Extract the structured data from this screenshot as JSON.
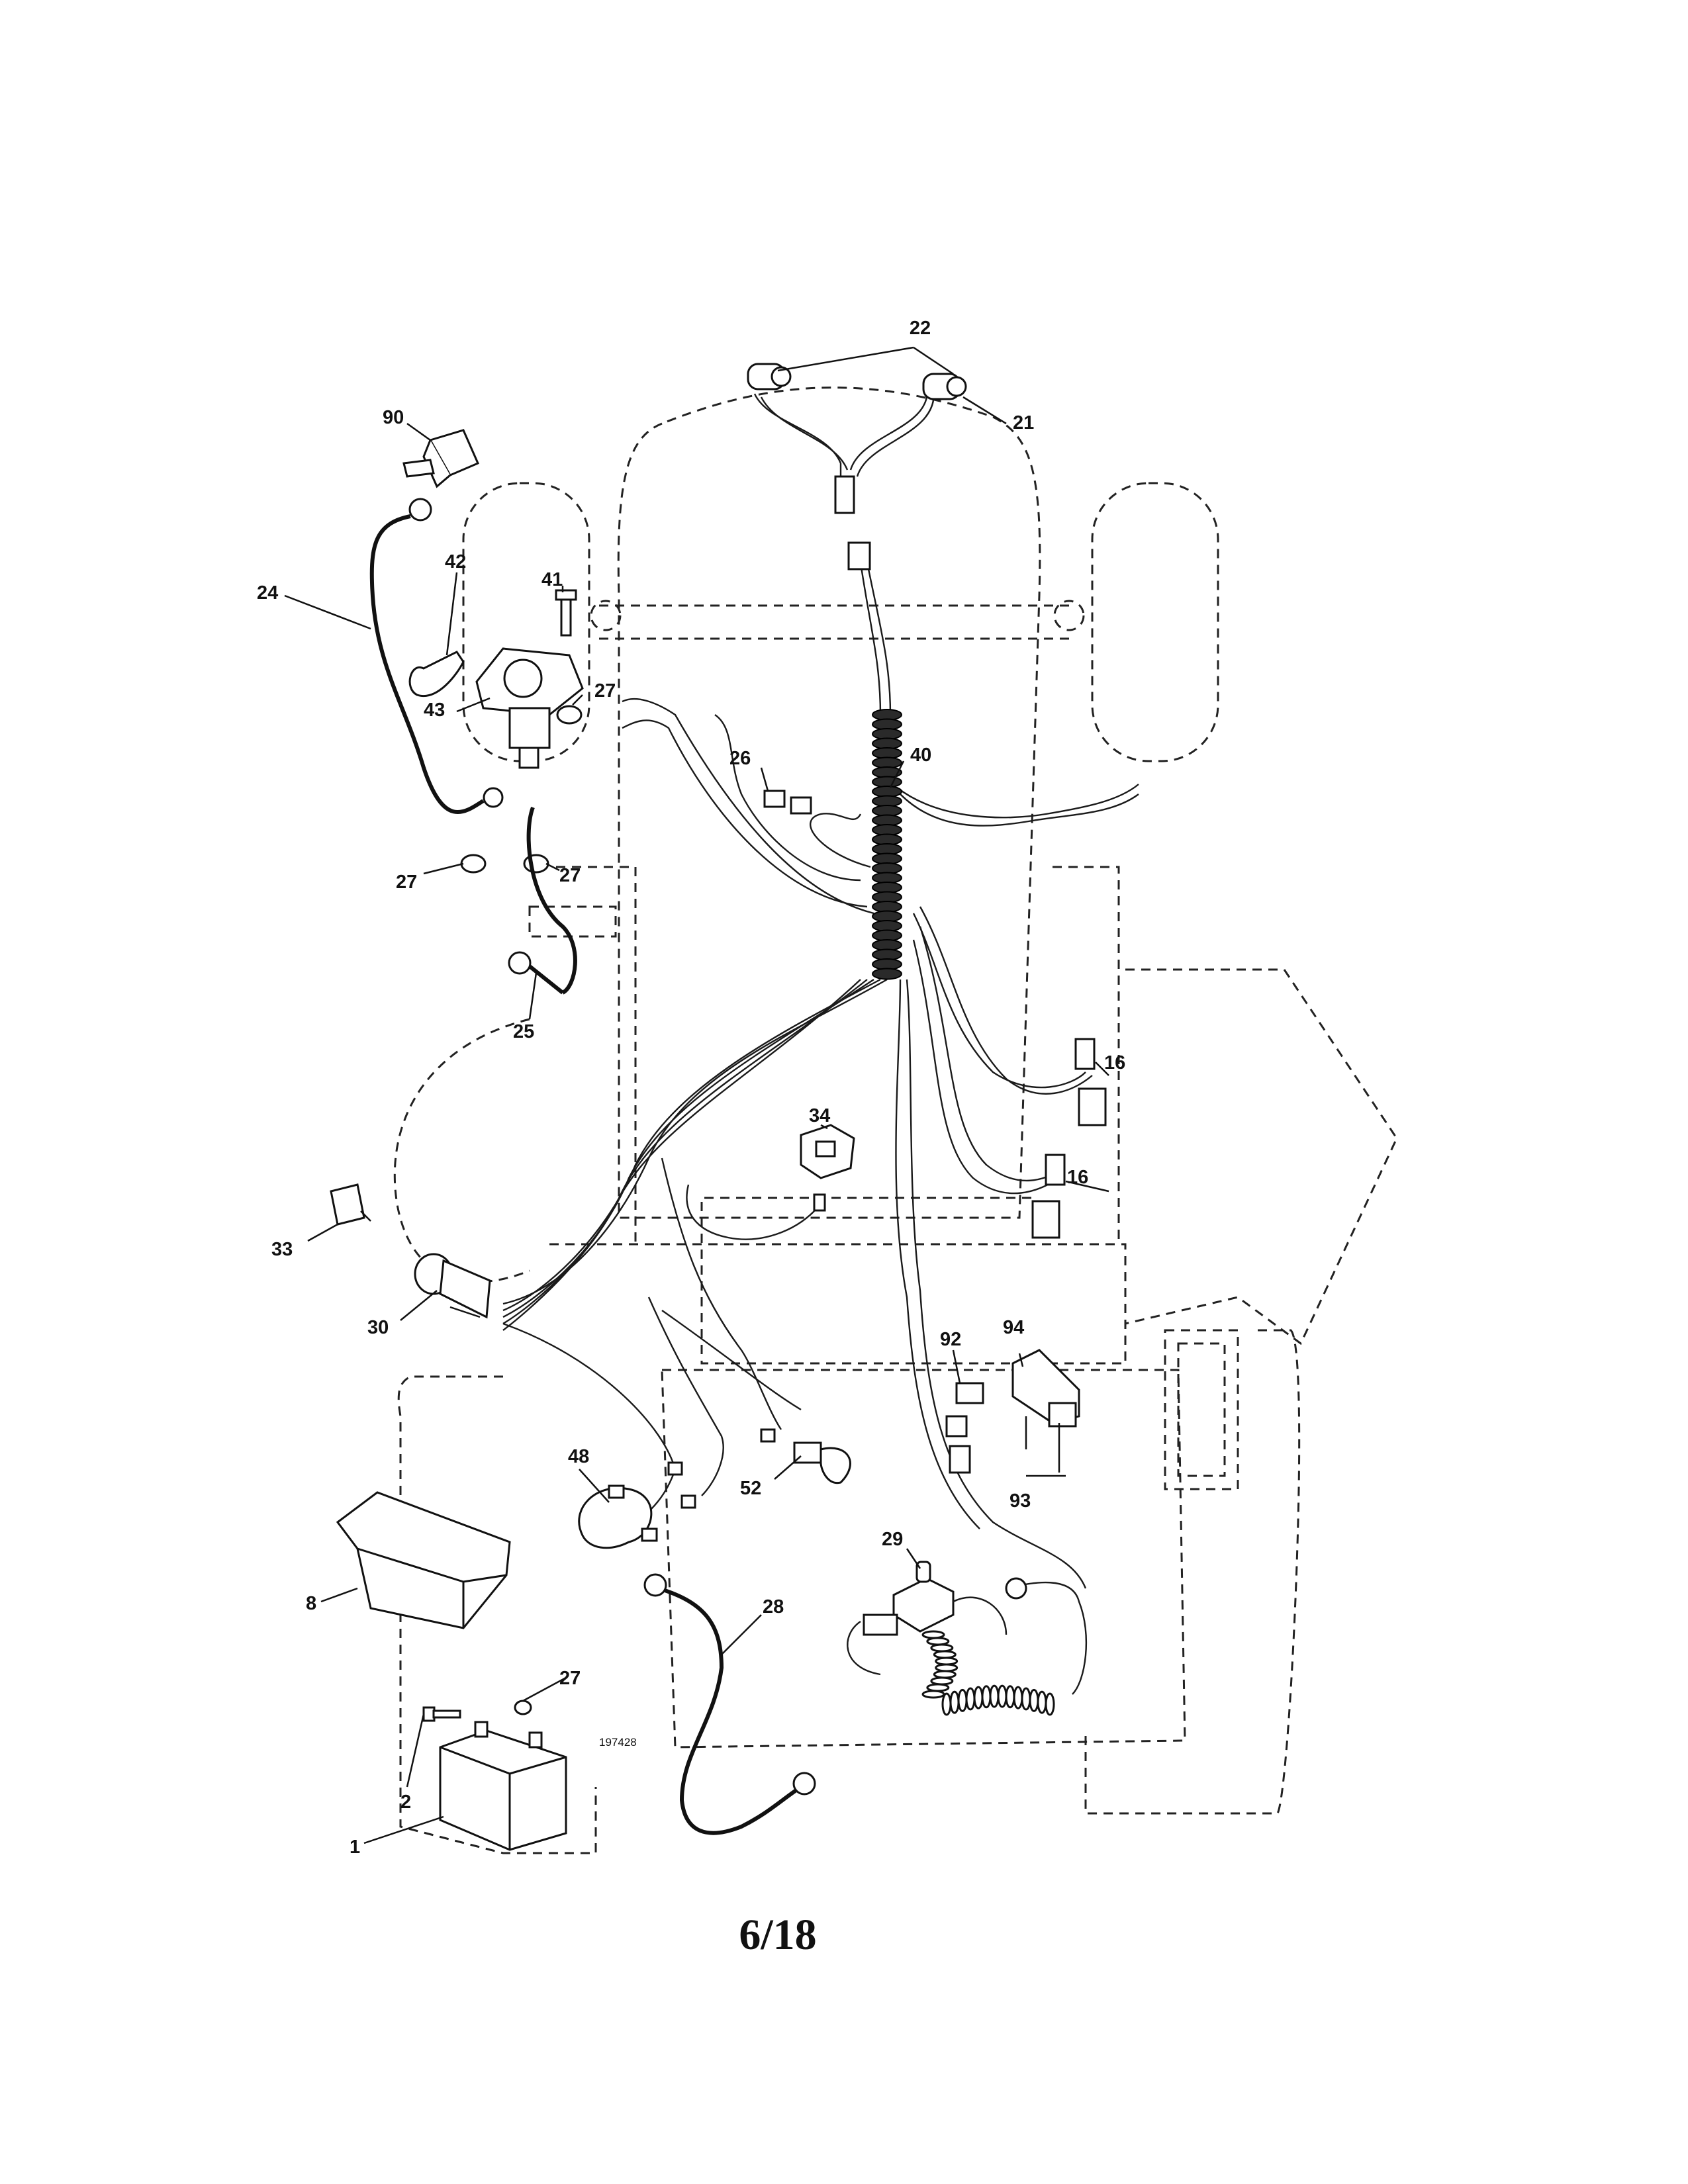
{
  "diagram": {
    "drawing_number": "197428",
    "page_number": "6/18",
    "callouts": [
      "22",
      "21",
      "90",
      "24",
      "42",
      "41",
      "43",
      "27",
      "27",
      "27",
      "26",
      "40",
      "25",
      "16",
      "16",
      "34",
      "33",
      "30",
      "92",
      "94",
      "93",
      "48",
      "52",
      "29",
      "8",
      "28",
      "27",
      "2",
      "1"
    ]
  }
}
